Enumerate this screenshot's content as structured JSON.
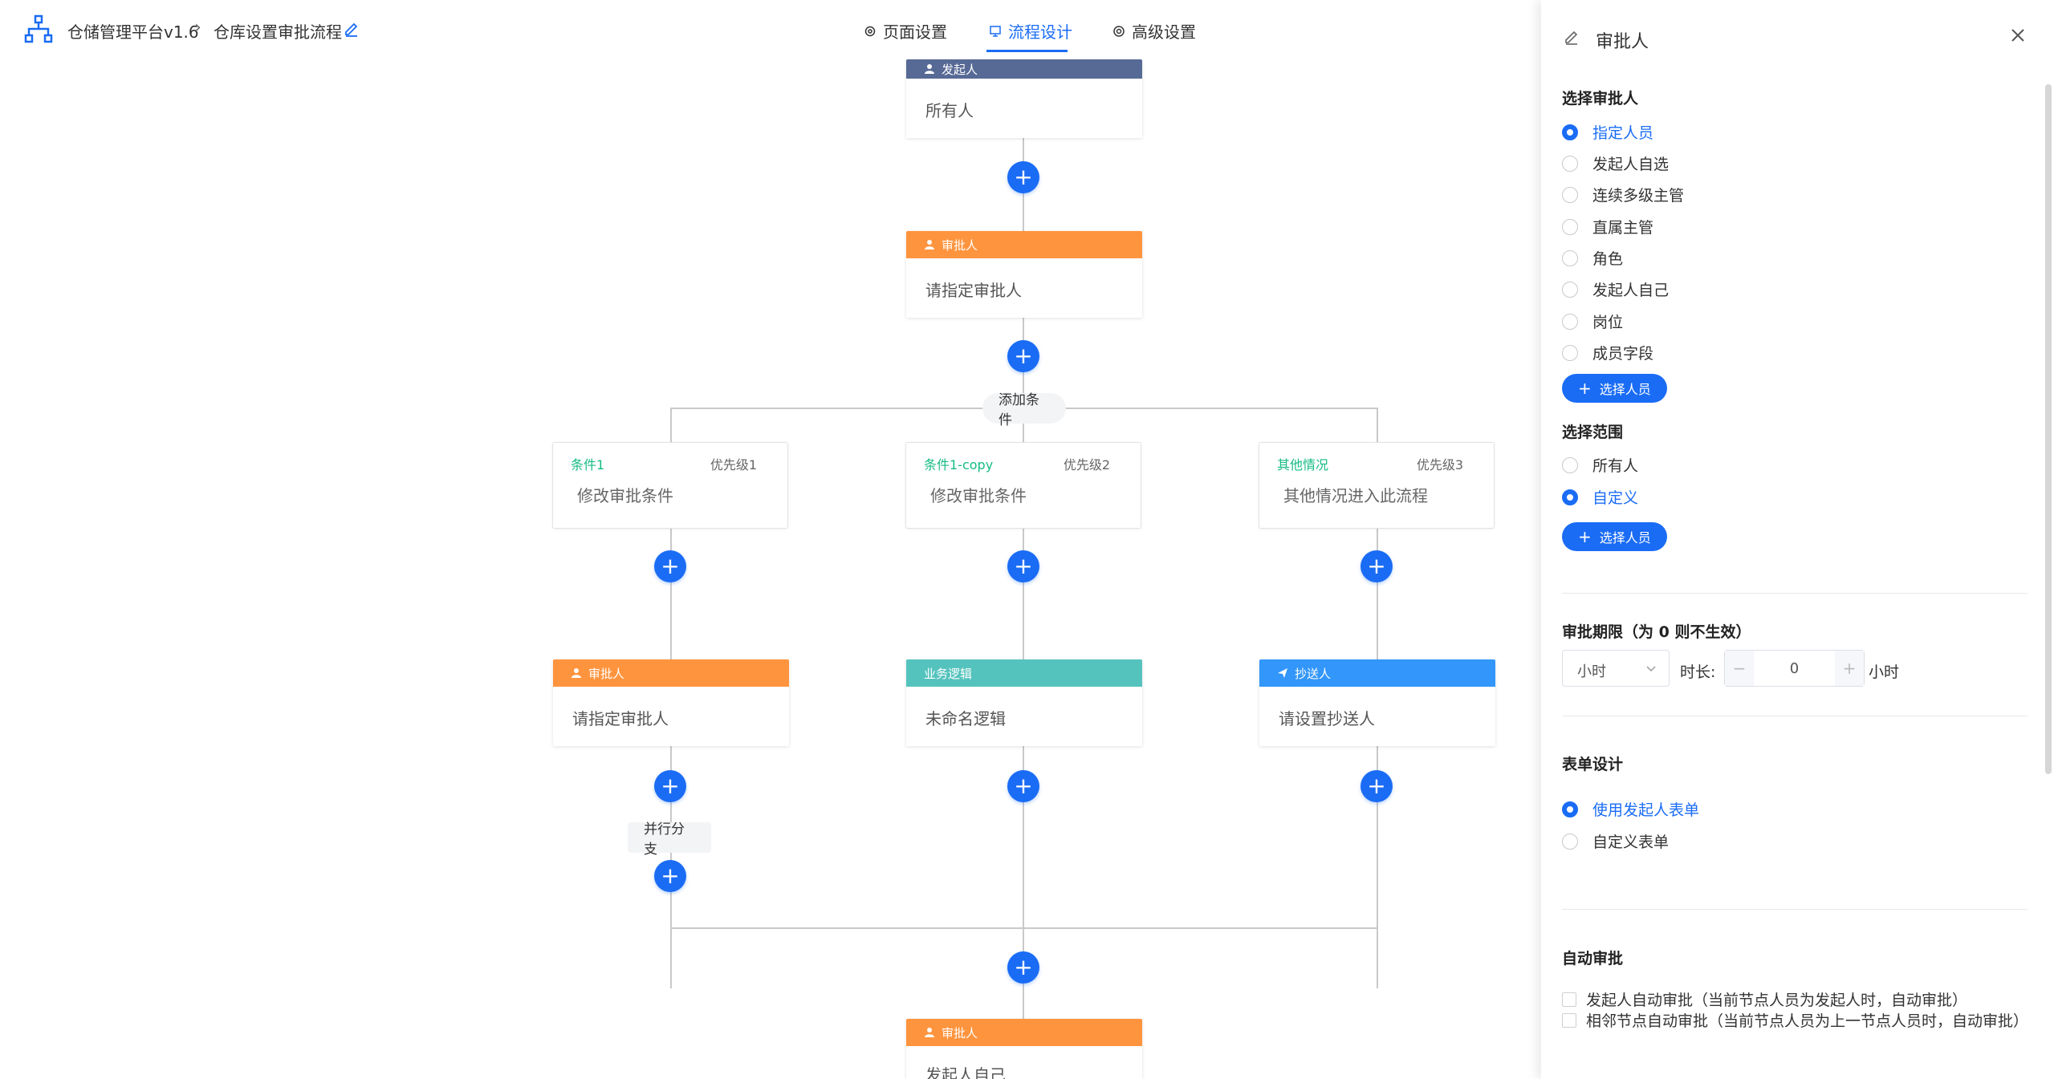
{
  "header": {
    "app_name": "仓储管理平台v1.6",
    "page_name": "仓库设置审批流程",
    "tabs": [
      {
        "label": "页面设置"
      },
      {
        "label": "流程设计"
      },
      {
        "label": "高级设置"
      }
    ]
  },
  "flow": {
    "start": {
      "head": "发起人",
      "body": "所有人"
    },
    "approver1": {
      "head": "审批人",
      "body": "请指定审批人"
    },
    "add_condition": "添加条件",
    "branches": [
      {
        "title": "条件1",
        "priority": "优先级1",
        "body": "修改审批条件"
      },
      {
        "title": "条件1-copy",
        "priority": "优先级2",
        "body": "修改审批条件"
      },
      {
        "title": "其他情况",
        "priority": "优先级3",
        "body": "其他情况进入此流程"
      }
    ],
    "branch_nodes": [
      {
        "head": "审批人",
        "body": "请指定审批人"
      },
      {
        "head": "业务逻辑",
        "body": "未命名逻辑"
      },
      {
        "head": "抄送人",
        "body": "请设置抄送人"
      }
    ],
    "parallel": "并行分支",
    "approver_last": {
      "head": "审批人",
      "body": "发起人自己"
    },
    "add_symbol": "+"
  },
  "panel": {
    "title": "审批人",
    "select_approver": {
      "title": "选择审批人",
      "options": [
        "指定人员",
        "发起人自选",
        "连续多级主管",
        "直属主管",
        "角色",
        "发起人自己",
        "岗位",
        "成员字段"
      ],
      "selected": 0,
      "button": "选择人员"
    },
    "scope": {
      "title": "选择范围",
      "options": [
        "所有人",
        "自定义"
      ],
      "selected": 1,
      "button": "选择人员"
    },
    "deadline": {
      "title": "审批期限（为 0 则不生效）",
      "unit_select": "小时",
      "duration_label": "时长:",
      "value": "0",
      "minus": "−",
      "plus": "+",
      "unit": "小时"
    },
    "form": {
      "title": "表单设计",
      "options": [
        "使用发起人表单",
        "自定义表单"
      ],
      "selected": 0
    },
    "auto": {
      "title": "自动审批",
      "options": [
        "发起人自动审批（当前节点人员为发起人时，自动审批）",
        "相邻节点自动审批（当前节点人员为上一节点人员时，自动审批）"
      ]
    }
  }
}
